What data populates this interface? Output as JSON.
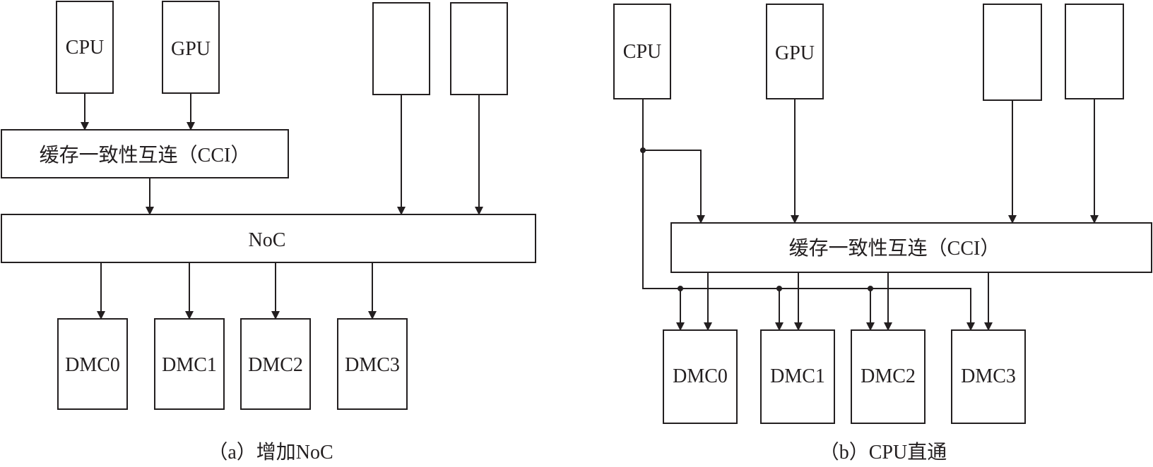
{
  "diagram_a": {
    "cpu": "CPU",
    "gpu": "GPU",
    "cci": "缓存一致性互连（CCI）",
    "noc": "NoC",
    "dmc0": "DMC0",
    "dmc1": "DMC1",
    "dmc2": "DMC2",
    "dmc3": "DMC3",
    "caption": "（a）增加NoC"
  },
  "diagram_b": {
    "cpu": "CPU",
    "gpu": "GPU",
    "cci": "缓存一致性互连（CCI）",
    "dmc0": "DMC0",
    "dmc1": "DMC1",
    "dmc2": "DMC2",
    "dmc3": "DMC3",
    "caption": "（b）CPU直通"
  }
}
